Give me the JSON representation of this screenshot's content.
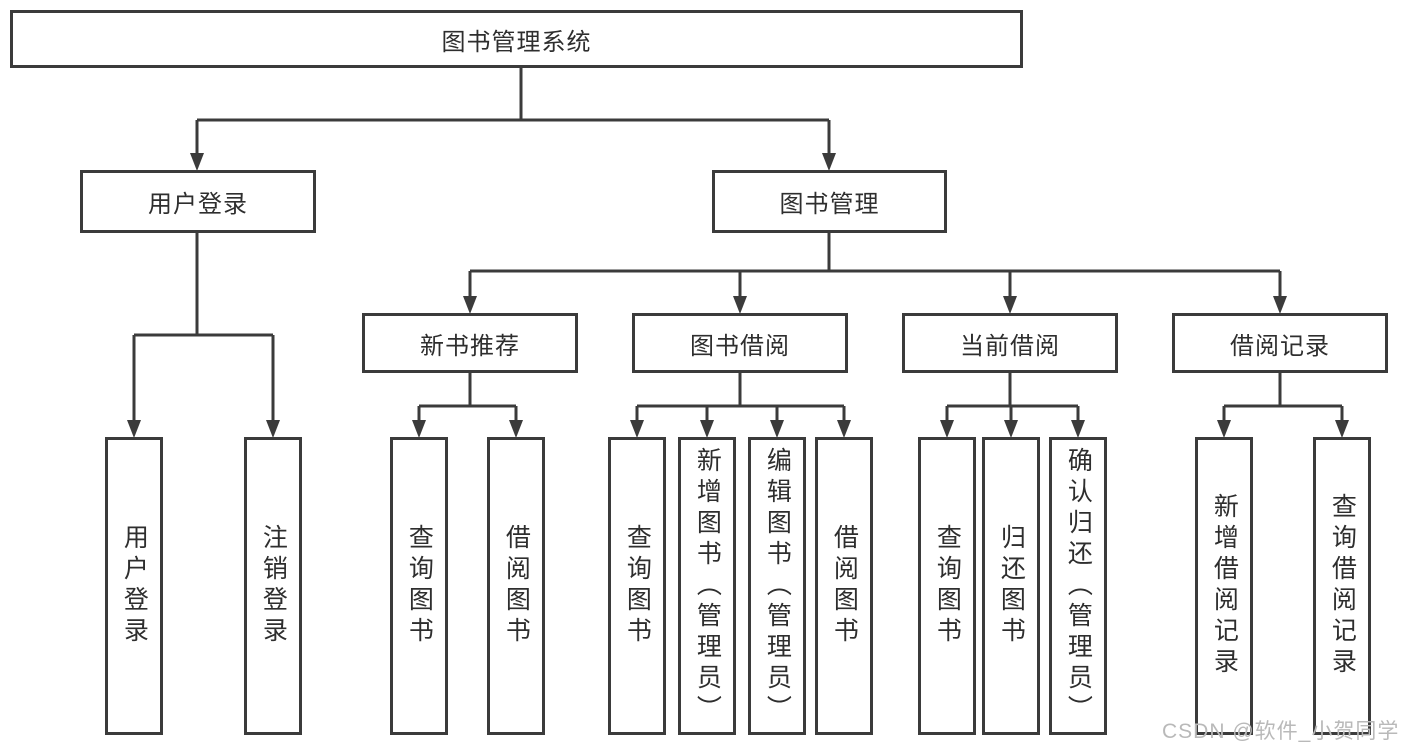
{
  "diagram": {
    "colors": {
      "line": "#3b3b3b",
      "box_border": "#3b3b3b",
      "box_fill": "#ffffff",
      "text": "#2e2e2e",
      "watermark": "#b9b9b9"
    },
    "tree": {
      "root": {
        "label": "图书管理系统",
        "children": [
          {
            "label": "用户登录",
            "children": [
              {
                "label": "用户登录"
              },
              {
                "label": "注销登录"
              }
            ]
          },
          {
            "label": "图书管理",
            "children": [
              {
                "label": "新书推荐",
                "children": [
                  {
                    "label": "查询图书"
                  },
                  {
                    "label": "借阅图书"
                  }
                ]
              },
              {
                "label": "图书借阅",
                "children": [
                  {
                    "label": "查询图书"
                  },
                  {
                    "label": "新增图书（管理员）"
                  },
                  {
                    "label": "编辑图书（管理员）"
                  },
                  {
                    "label": "借阅图书"
                  }
                ]
              },
              {
                "label": "当前借阅",
                "children": [
                  {
                    "label": "查询图书"
                  },
                  {
                    "label": "归还图书"
                  },
                  {
                    "label": "确认归还（管理员）"
                  }
                ]
              },
              {
                "label": "借阅记录",
                "children": [
                  {
                    "label": "新增借阅记录"
                  },
                  {
                    "label": "查询借阅记录"
                  }
                ]
              }
            ]
          }
        ]
      }
    },
    "watermark": {
      "text": "CSDN @软件_小贺同学"
    }
  }
}
